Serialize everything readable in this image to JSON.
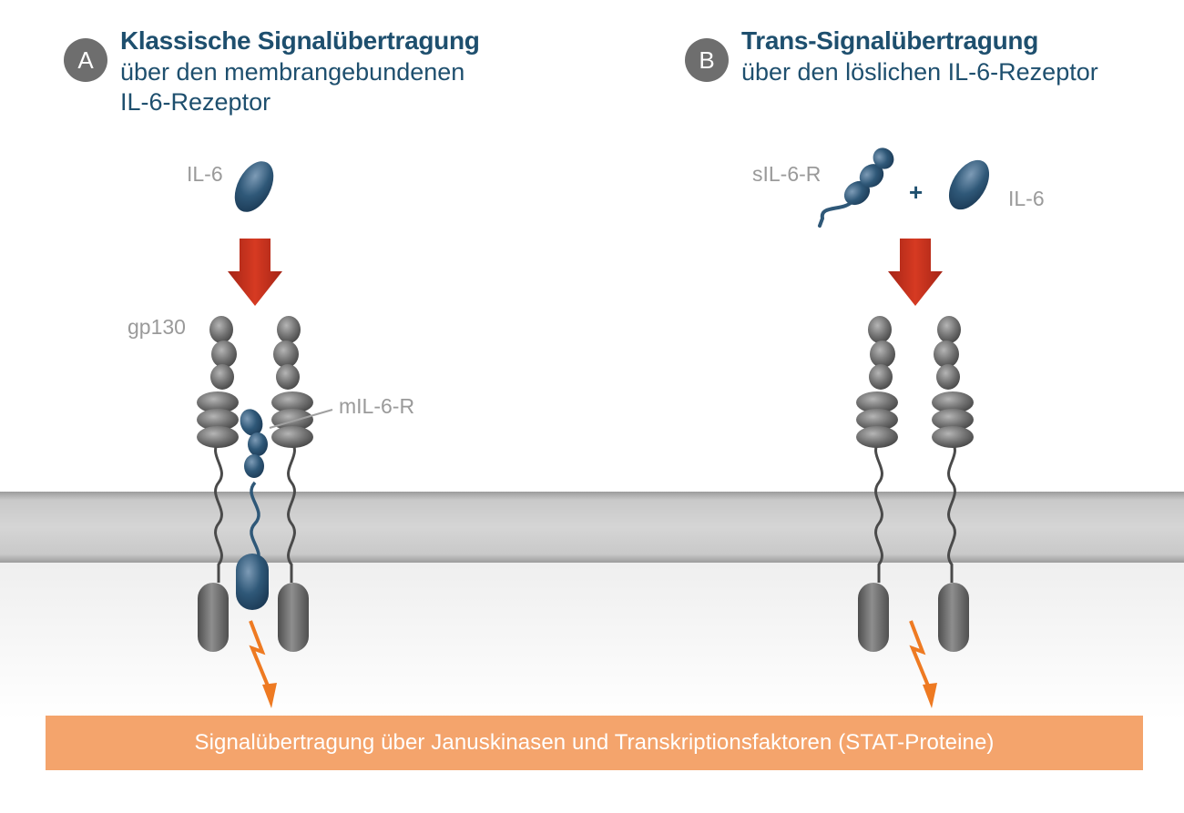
{
  "panel_a": {
    "badge": "A",
    "title": "Klassische Signalübertragung",
    "subtitle_line1": "über den membrangebundenen",
    "subtitle_line2": "IL-6-Rezeptor"
  },
  "panel_b": {
    "badge": "B",
    "title": "Trans-Signalübertragung",
    "subtitle_line1": "über den löslichen IL-6-Rezeptor"
  },
  "labels": {
    "il6_a": "IL-6",
    "gp130": "gp130",
    "mil6r": "mIL-6-R",
    "sil6r": "sIL-6-R",
    "plus": "+",
    "il6_b": "IL-6"
  },
  "bottom_bar": "Signalübertragung über Januskinasen und Transkriptionsfaktoren (STAT-Proteine)",
  "colors": {
    "title": "#1e4f6e",
    "molecule_blue": "#2f5878",
    "arrow_red": "#c8321e",
    "lightning_orange": "#ee7a22",
    "bar_orange": "#f4a46c",
    "receptor_gray": "#6a6a6a"
  }
}
